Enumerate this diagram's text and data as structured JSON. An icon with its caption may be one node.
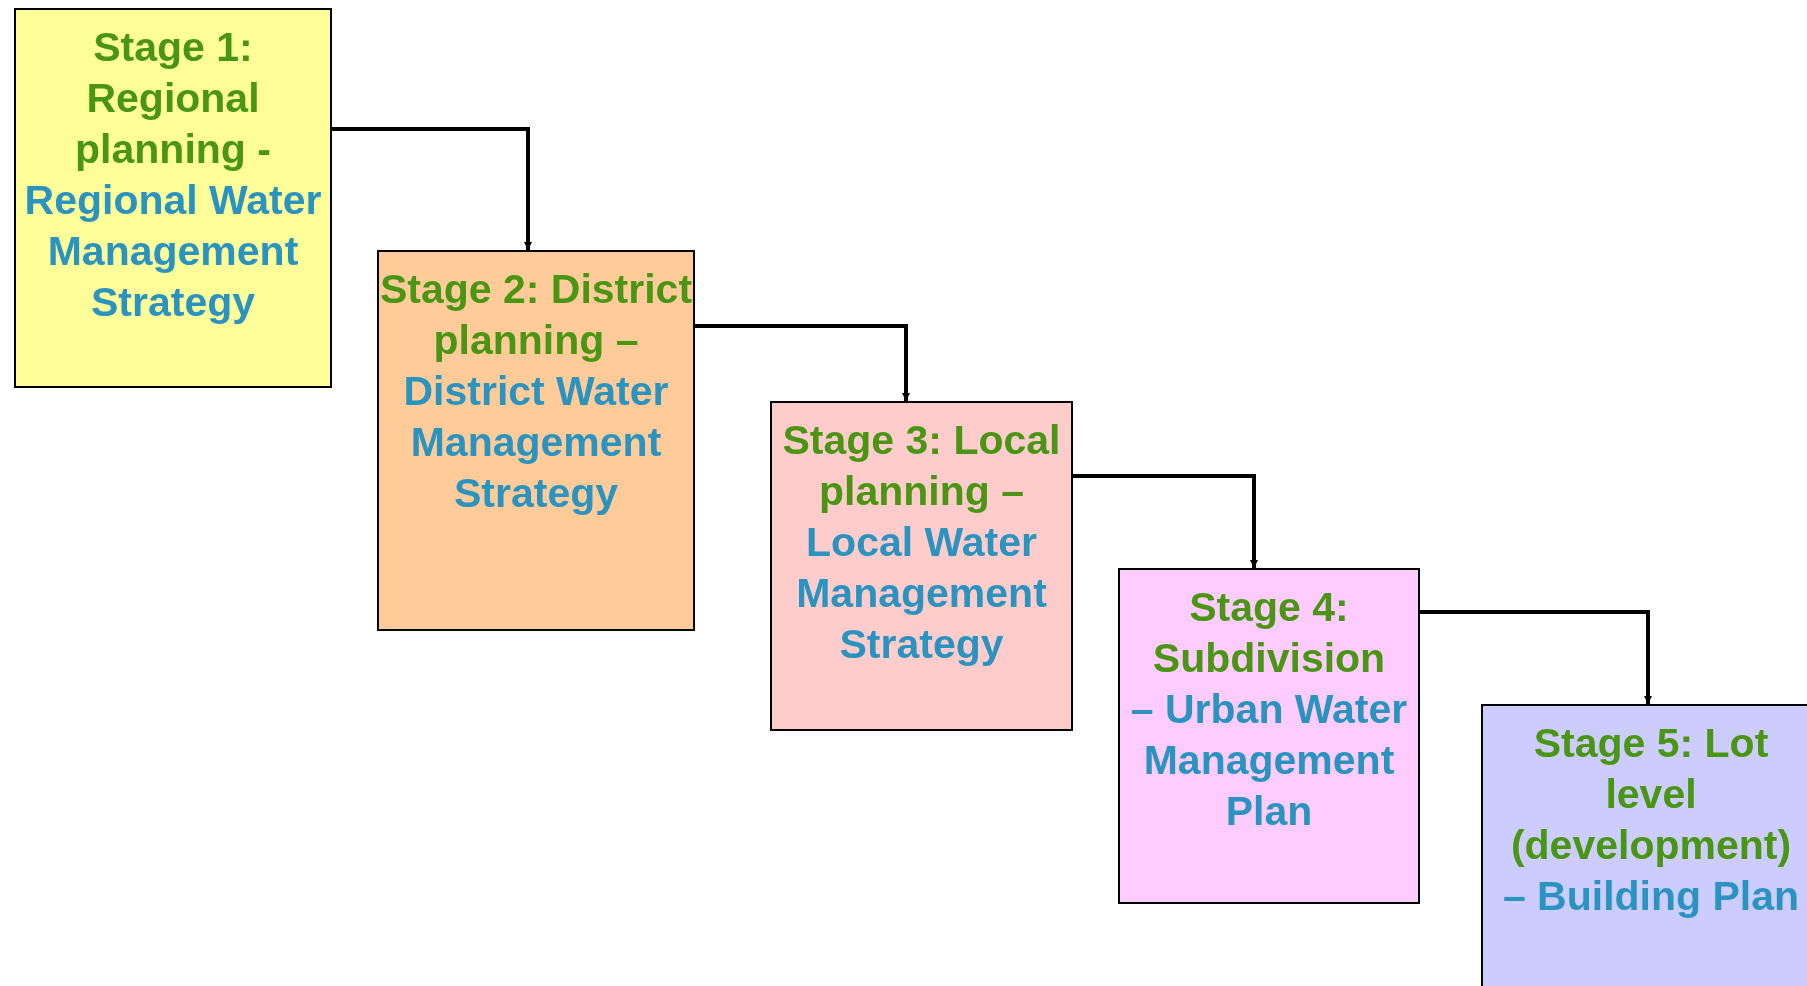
{
  "diagram": {
    "nodes": [
      {
        "text": [
          "Stage 1: Regional planning -",
          "Regional Water Management Strategy"
        ]
      },
      {
        "text": [
          "Stage 2: District planning –",
          "District Water Management Strategy"
        ]
      },
      {
        "text": [
          "Stage 3: Local planning –",
          "Local Water Management Strategy"
        ]
      },
      {
        "text": [
          "Stage 4: Subdivision",
          "– Urban Water Management Plan"
        ]
      },
      {
        "text": [
          "Stage 5: Lot level (development)",
          "– Building Plan"
        ]
      }
    ],
    "edges": [
      {
        "from": 0,
        "to": 1,
        "arrow": "to"
      },
      {
        "from": 1,
        "to": 2,
        "arrow": "to"
      },
      {
        "from": 2,
        "to": 3,
        "arrow": "to"
      },
      {
        "from": 3,
        "to": 4,
        "arrow": "to"
      }
    ]
  }
}
